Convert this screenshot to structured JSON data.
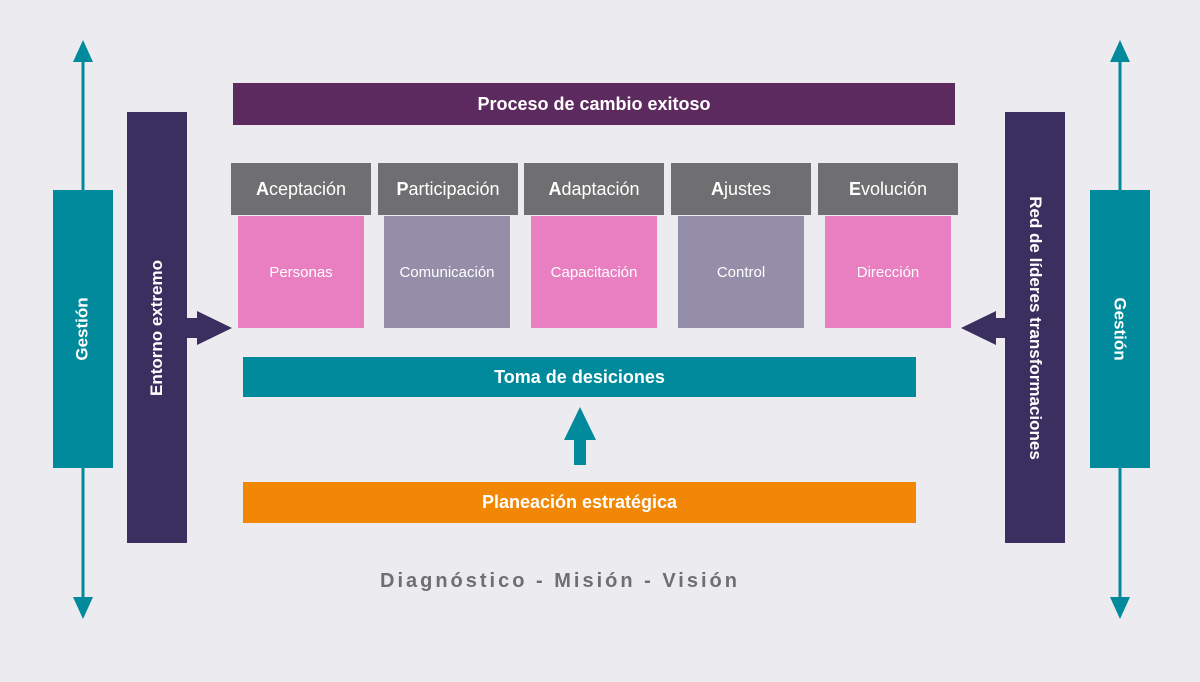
{
  "colors": {
    "background": "#ecebef",
    "purple_banner": "#5c2a5e",
    "indigo": "#3a2f5e",
    "teal": "#008a9c",
    "orange": "#f28705",
    "gray_head": "#6f6f71",
    "pink": "#e97ec1",
    "lavender": "#948ea8"
  },
  "top_banner": "Proceso de cambio exitoso",
  "left_outer": "Gestión",
  "right_outer": "Gestión",
  "left_inner": "Entorno extremo",
  "right_inner": "Red de líderes transformaciones",
  "columns": [
    {
      "initial": "A",
      "rest": "ceptación",
      "sub": "Personas",
      "sub_color": "pink"
    },
    {
      "initial": "P",
      "rest": "articipación",
      "sub": "Comunicación",
      "sub_color": "lavender"
    },
    {
      "initial": "A",
      "rest": "daptación",
      "sub": "Capacitación",
      "sub_color": "pink"
    },
    {
      "initial": "A",
      "rest": "justes",
      "sub": "Control",
      "sub_color": "lavender"
    },
    {
      "initial": "E",
      "rest": "volución",
      "sub": "Dirección",
      "sub_color": "pink"
    }
  ],
  "decision_bar": "Toma de desiciones",
  "planning_bar": "Planeación estratégica",
  "footer": "Diagnóstico - Misión - Visión"
}
